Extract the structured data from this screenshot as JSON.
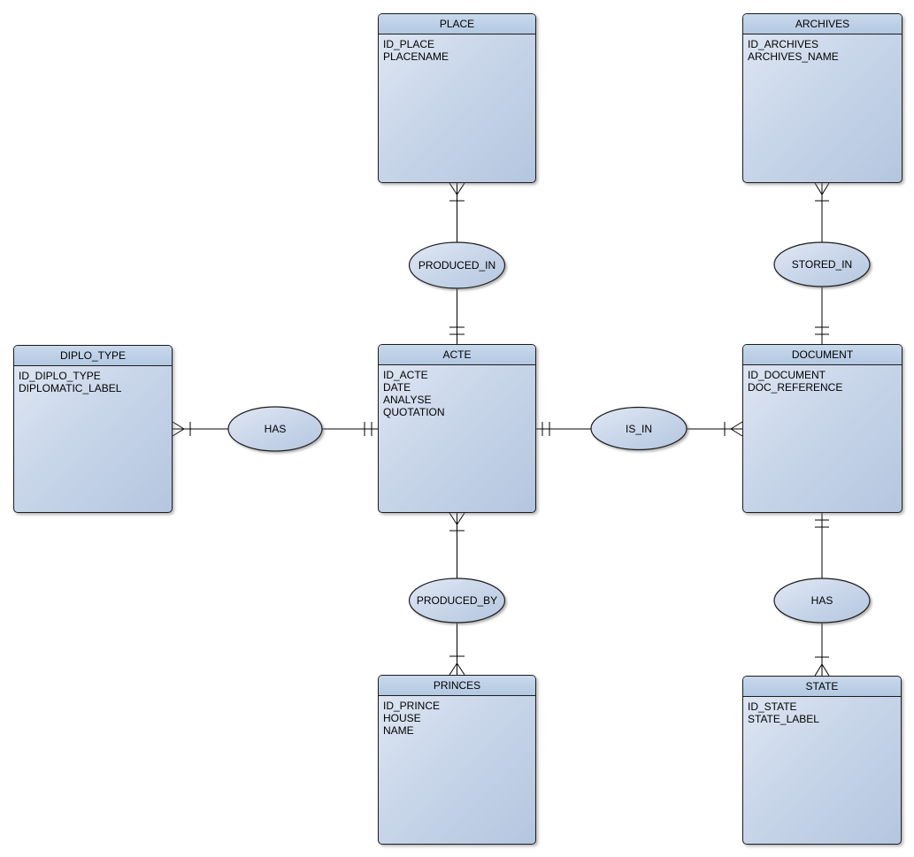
{
  "diagram": {
    "type": "entity-relationship",
    "notation": "crow-foot",
    "background_color": "#ffffff",
    "colors": {
      "entity_border": "#1c1c1c",
      "entity_header_top": "#c9d9ec",
      "entity_header_bottom": "#b3c8e2",
      "entity_body_light": "#e0e8f3",
      "entity_body_dark": "#b4c6df",
      "connector_line": "#000000",
      "text": "#000000"
    }
  },
  "entities": {
    "place": {
      "title": "PLACE",
      "attributes": [
        "ID_PLACE",
        "PLACENAME"
      ]
    },
    "archives": {
      "title": "ARCHIVES",
      "attributes": [
        "ID_ARCHIVES",
        "ARCHIVES_NAME"
      ]
    },
    "diplo_type": {
      "title": "DIPLO_TYPE",
      "attributes": [
        "ID_DIPLO_TYPE",
        "DIPLOMATIC_LABEL"
      ]
    },
    "acte": {
      "title": "ACTE",
      "attributes": [
        "ID_ACTE",
        "DATE",
        "ANALYSE",
        "QUOTATION"
      ]
    },
    "document": {
      "title": "DOCUMENT",
      "attributes": [
        "ID_DOCUMENT",
        "DOC_REFERENCE"
      ]
    },
    "princes": {
      "title": "PRINCES",
      "attributes": [
        "ID_PRINCE",
        "HOUSE",
        "NAME"
      ]
    },
    "state": {
      "title": "STATE",
      "attributes": [
        "ID_STATE",
        "STATE_LABEL"
      ]
    }
  },
  "relationships": {
    "produced_in": {
      "label": "PRODUCED_IN",
      "from": "PLACE",
      "to": "ACTE",
      "from_cardinality": "many",
      "to_cardinality": "one-one"
    },
    "stored_in": {
      "label": "STORED_IN",
      "from": "ARCHIVES",
      "to": "DOCUMENT",
      "from_cardinality": "many",
      "to_cardinality": "one-one"
    },
    "has_diplo": {
      "label": "HAS",
      "from": "DIPLO_TYPE",
      "to": "ACTE",
      "from_cardinality": "many",
      "to_cardinality": "one-one"
    },
    "is_in": {
      "label": "IS_IN",
      "from": "ACTE",
      "to": "DOCUMENT",
      "from_cardinality": "one-one",
      "to_cardinality": "many"
    },
    "produced_by": {
      "label": "PRODUCED_BY",
      "from": "ACTE",
      "to": "PRINCES",
      "from_cardinality": "many",
      "to_cardinality": "many"
    },
    "has_state": {
      "label": "HAS",
      "from": "DOCUMENT",
      "to": "STATE",
      "from_cardinality": "one-one",
      "to_cardinality": "many"
    }
  }
}
